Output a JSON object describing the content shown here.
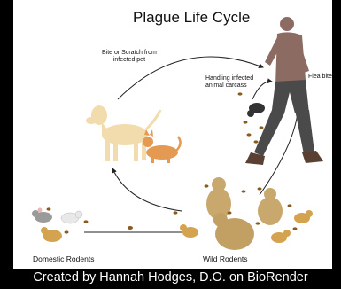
{
  "title": "Plague Life Cycle",
  "labels": {
    "bite_line1": "Bite or Scratch from",
    "bite_line2": "infected pet",
    "handling_line1": "Handling infected",
    "handling_line2": "animal carcass",
    "flea_bite": "Flea bite",
    "domestic_rodents": "Domestic Rodents",
    "wild_rodents": "Wild Rodents"
  },
  "credit": "Created by Hannah Hodges, D.O. on BioRender",
  "colors": {
    "background": "#000000",
    "panel": "#ffffff",
    "arrow": "#222222",
    "human_skin": "#8c6b62",
    "dog": "#f2dcae",
    "cat": "#e49a52",
    "prairie_dog": "#c9a86d",
    "flea": "#8a5a1e"
  }
}
